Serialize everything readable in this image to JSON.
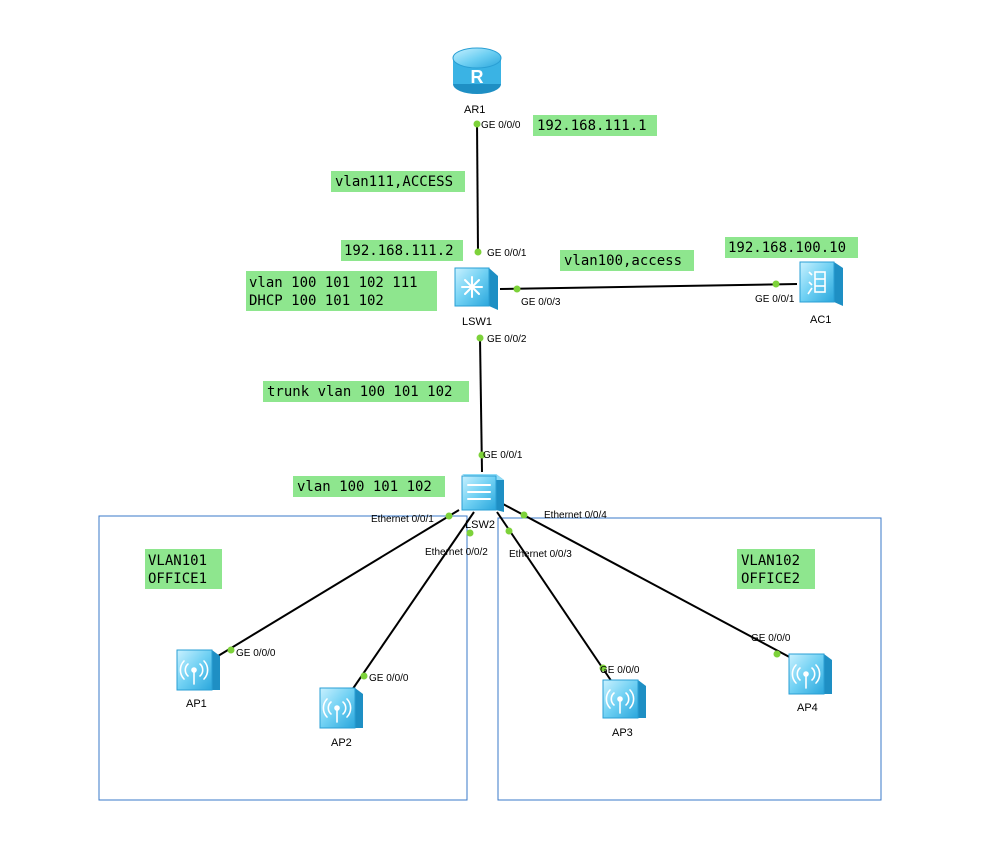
{
  "devices": {
    "ar1": "AR1",
    "lsw1": "LSW1",
    "lsw2": "LSW2",
    "ac1": "AC1",
    "ap1": "AP1",
    "ap2": "AP2",
    "ap3": "AP3",
    "ap4": "AP4"
  },
  "ports": {
    "ar1_ge000": "GE 0/0/0",
    "lsw1_ge001": "GE 0/0/1",
    "lsw1_ge003": "GE 0/0/3",
    "lsw1_ge002": "GE 0/0/2",
    "ac1_ge001": "GE 0/0/1",
    "lsw2_ge001": "GE 0/0/1",
    "lsw2_eth001": "Ethernet 0/0/1",
    "lsw2_eth002": "Ethernet 0/0/2",
    "lsw2_eth003": "Ethernet 0/0/3",
    "lsw2_eth004": "Ethernet 0/0/4",
    "ap1_ge000": "GE 0/0/0",
    "ap2_ge000": "GE 0/0/0",
    "ap3_ge000": "GE 0/0/0",
    "ap4_ge000": "GE 0/0/0"
  },
  "notes": {
    "ar1_ip": "192.168.111.1",
    "vlan111": "vlan111,ACCESS",
    "lsw1_ip": "192.168.111.2",
    "lsw1_vlans": "vlan 100 101 102 111",
    "lsw1_dhcp": "DHCP 100 101 102",
    "vlan100_access": "vlan100,access",
    "ac1_ip": "192.168.100.10",
    "trunk": "trunk vlan 100 101 102",
    "lsw2_vlans": "vlan 100 101 102",
    "zone1_vlan": "VLAN101",
    "zone1_name": "OFFICE1",
    "zone2_vlan": "VLAN102",
    "zone2_name": "OFFICE2"
  },
  "colors": {
    "note_bg": "#8ee68e",
    "device_blue": "#4fc3ee",
    "port_dot": "#7dd23a",
    "zone_border": "#3a78c8"
  },
  "icons": {
    "router": "router-icon",
    "l3_switch": "l3-switch-icon",
    "l2_switch": "l2-switch-icon",
    "access_controller": "access-controller-icon",
    "access_point": "access-point-icon"
  }
}
